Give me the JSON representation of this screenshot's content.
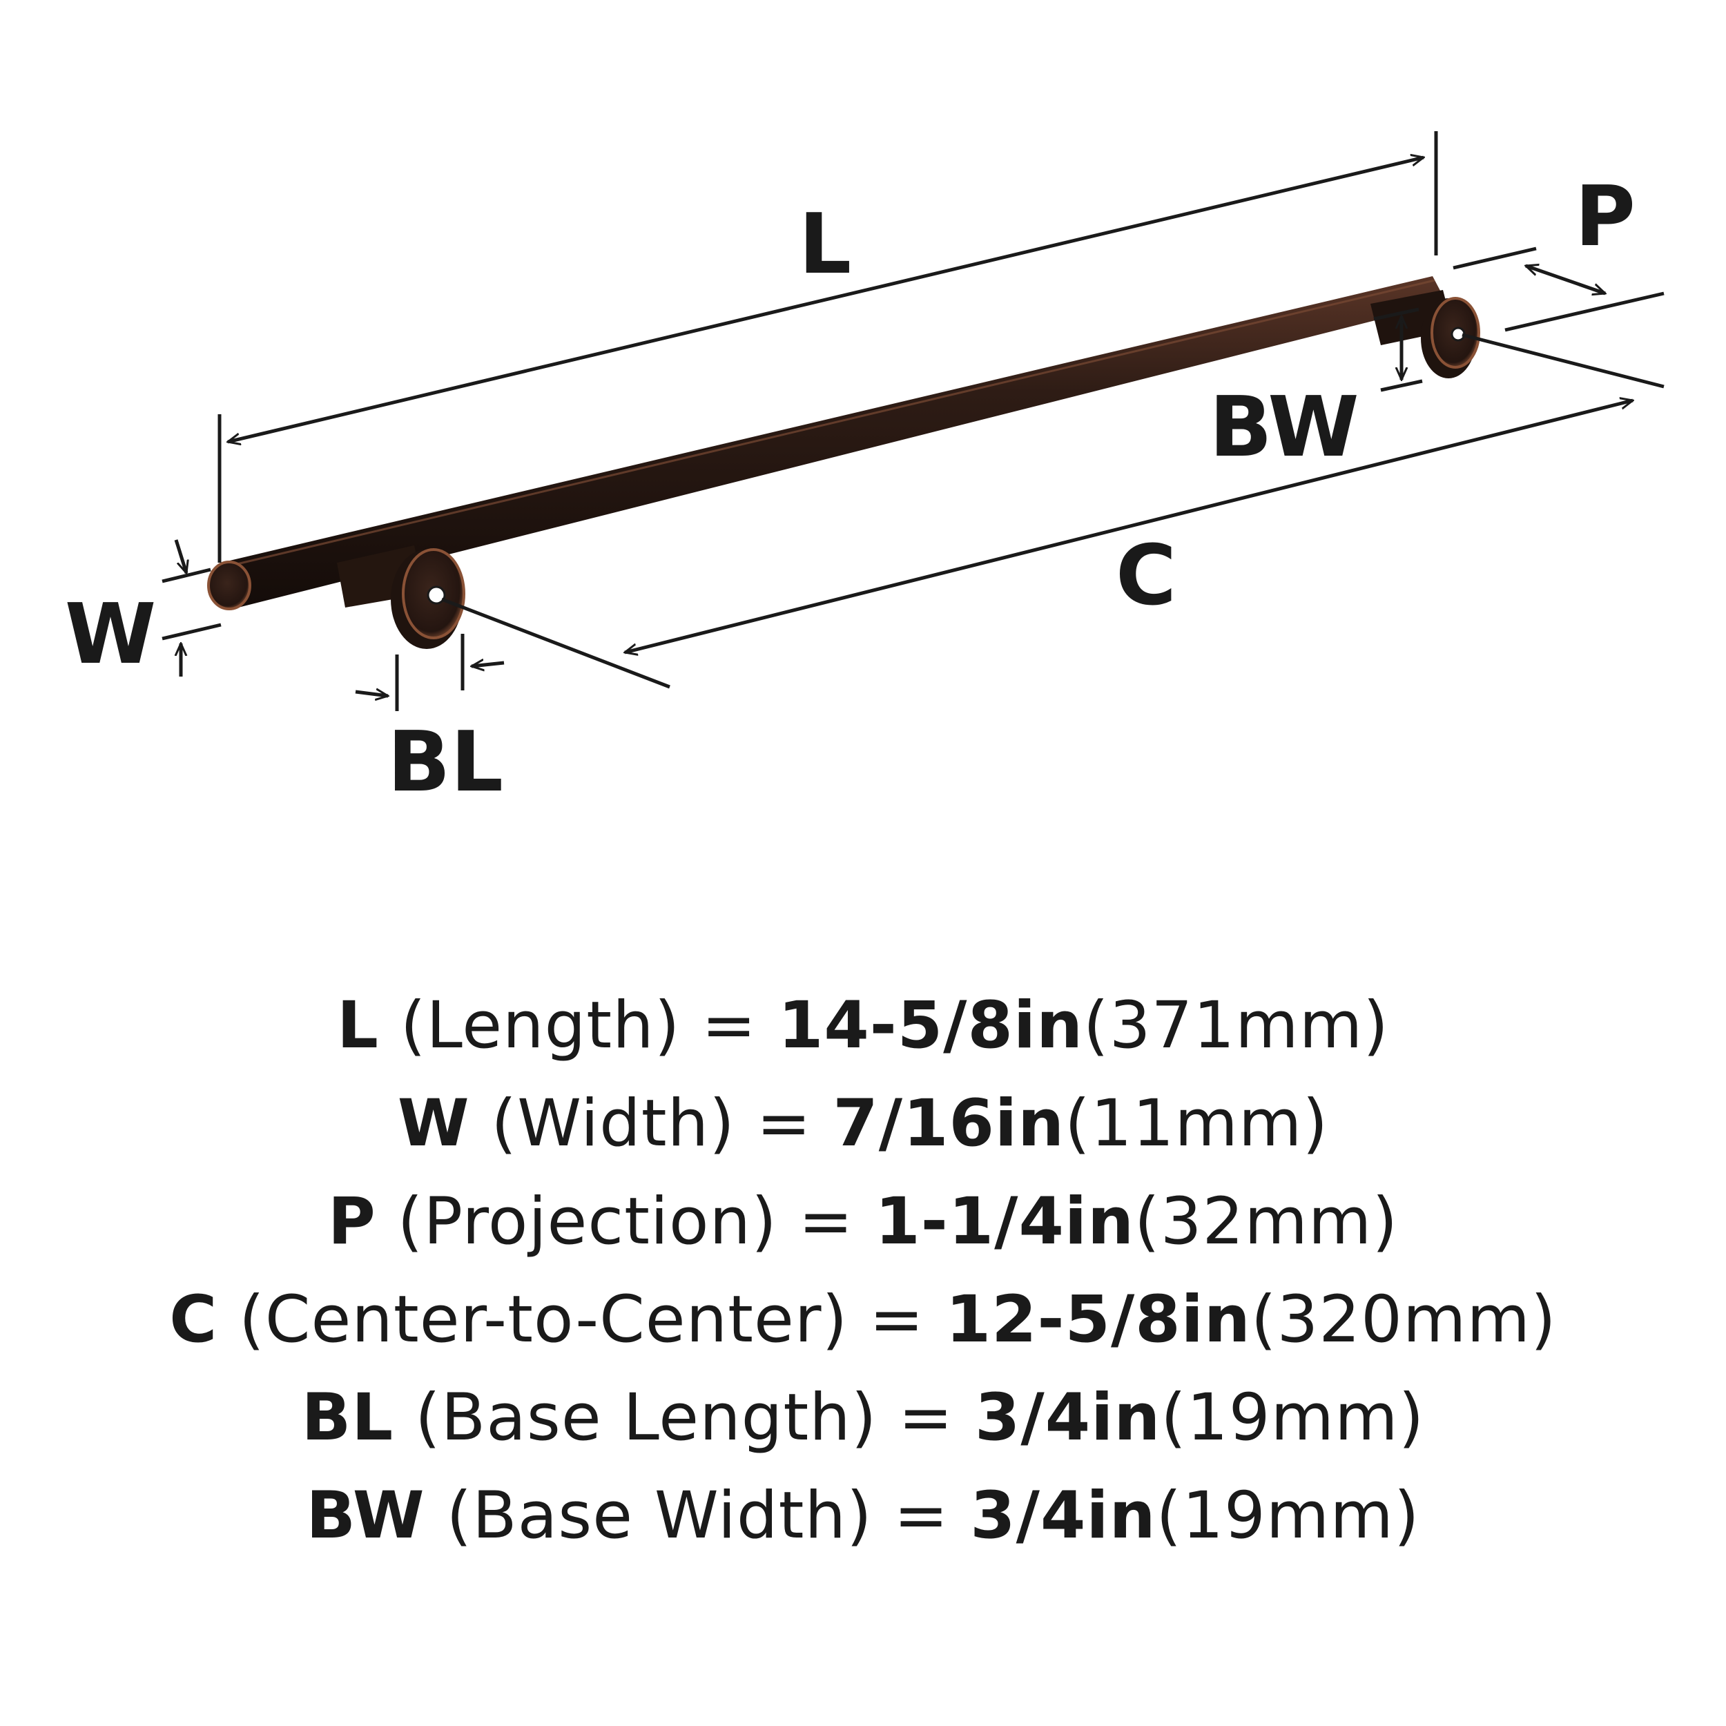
{
  "diagram": {
    "labels": {
      "L": "L",
      "W": "W",
      "P": "P",
      "C": "C",
      "BL": "BL",
      "BW": "BW"
    },
    "colors": {
      "bar": "#2e1c15",
      "bar_highlight": "#6b3f2c",
      "line": "#1a1a1a"
    }
  },
  "specs": [
    {
      "code": "L",
      "desc": " (Length) = ",
      "imperial": "14-5/8in",
      "metric": "(371mm)"
    },
    {
      "code": "W",
      "desc": " (Width) = ",
      "imperial": "7/16in",
      "metric": "(11mm)"
    },
    {
      "code": "P",
      "desc": " (Projection) = ",
      "imperial": "1-1/4in",
      "metric": "(32mm)"
    },
    {
      "code": "C",
      "desc": " (Center-to-Center) = ",
      "imperial": "12-5/8in",
      "metric": "(320mm)"
    },
    {
      "code": "BL",
      "desc": " (Base Length) = ",
      "imperial": "3/4in",
      "metric": "(19mm)"
    },
    {
      "code": "BW",
      "desc": " (Base Width) = ",
      "imperial": "3/4in",
      "metric": "(19mm)"
    }
  ]
}
